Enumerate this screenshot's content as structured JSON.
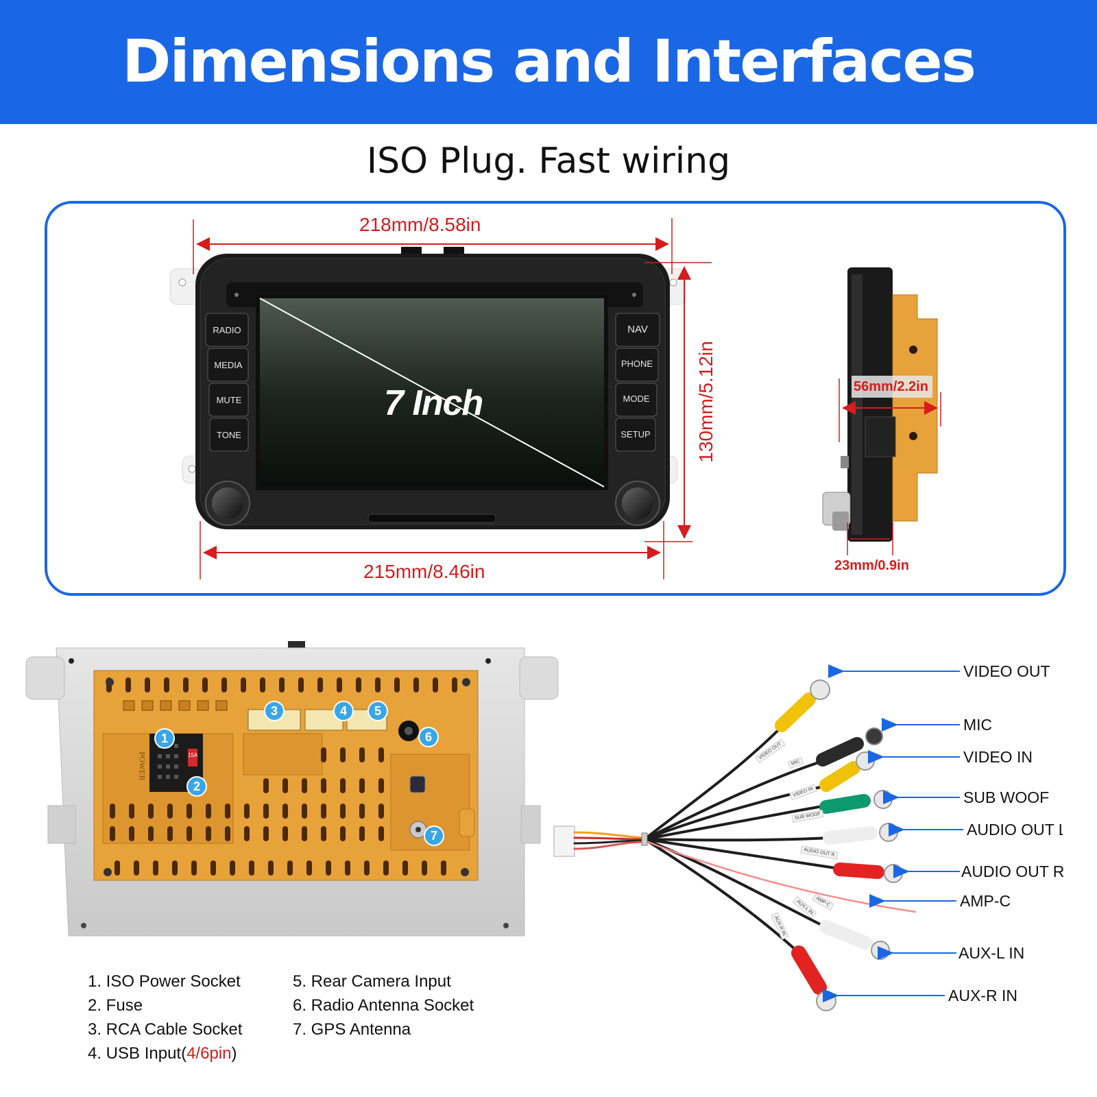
{
  "header": {
    "title": "Dimensions and Interfaces"
  },
  "subtitle": "ISO Plug. Fast wiring",
  "colors": {
    "brand_blue": "#1a67e6",
    "dimension_red": "#d61c1c",
    "badge_blue": "#3aa6e8",
    "connector_orange": "#e8a23a"
  },
  "front_unit": {
    "dim_top": "218mm/8.58in",
    "dim_bottom": "215mm/8.46in",
    "dim_height": "130mm/5.12in",
    "screen_label": "7 Inch",
    "left_buttons": [
      "RADIO",
      "MEDIA",
      "MUTE",
      "TONE"
    ],
    "right_buttons": [
      "NAV",
      "PHONE",
      "MODE",
      "SETUP"
    ]
  },
  "side_unit": {
    "dim_depth": "56mm/2.2in",
    "dim_thickness": "23mm/0.9in"
  },
  "rear_panel": {
    "badges": [
      "1",
      "2",
      "3",
      "4",
      "5",
      "6",
      "7"
    ],
    "power_text": "POWER",
    "fuse_text": "15A"
  },
  "cable_labels": [
    "VIDEO OUT",
    "MIC",
    "VIDEO IN",
    "SUB WOOF",
    "AUDIO OUT L",
    "AUDIO OUT R",
    "AMP-C",
    "AUX-L IN",
    "AUX-R IN"
  ],
  "cable_stickers": [
    "VIDEO OUT",
    "MIC",
    "VIDEO IN",
    "SUB WOOF",
    "AUDIO OUT R",
    "AMP-C",
    "AUX-L IN",
    "AUX-R IN"
  ],
  "legend": {
    "left": [
      "1. ISO Power Socket",
      "2. Fuse",
      "3. RCA Cable Socket"
    ],
    "item4_prefix": "4. USB Input(",
    "item4_highlight": "4/6pin",
    "item4_suffix": ")",
    "right": [
      "5. Rear Camera Input",
      "6. Radio Antenna Socket",
      "7. GPS Antenna"
    ]
  }
}
